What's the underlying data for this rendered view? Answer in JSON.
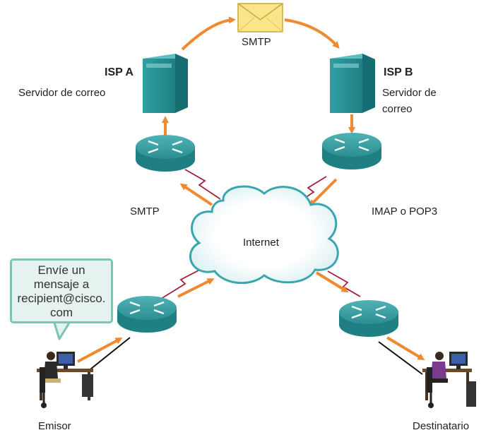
{
  "labels": {
    "smtp_top": "SMTP",
    "isp_a": "ISP A",
    "isp_a_server": "Servidor de correo",
    "isp_b": "ISP B",
    "isp_b_server_line1": "Servidor de",
    "isp_b_server_line2": "correo",
    "smtp_left": "SMTP",
    "imap_pop3": "IMAP o POP3",
    "internet": "Internet",
    "sender": "Emisor",
    "recipient": "Destinatario"
  },
  "bubble": {
    "lines": [
      "Envíe un",
      "mensaje a",
      "recipient@cisco.",
      "com"
    ]
  },
  "colors": {
    "arrow": "#f08a30",
    "device_teal": "#2a8e92",
    "cloud_outline": "#3aa6ad",
    "serial_link": "#a3203a"
  }
}
